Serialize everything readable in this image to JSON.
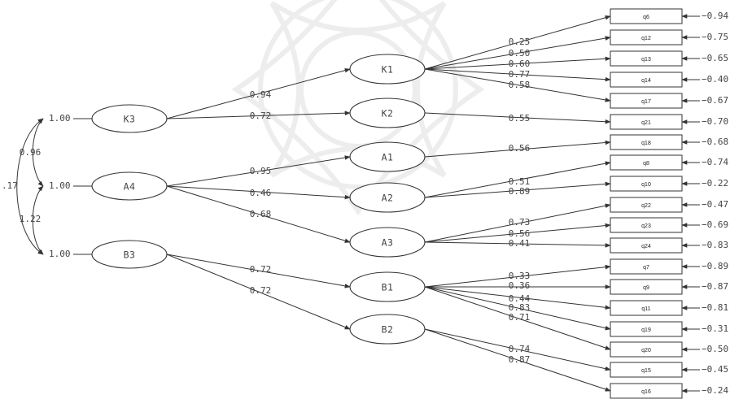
{
  "diagram": {
    "exogenous": [
      {
        "id": "K3",
        "label": "K3",
        "variance": "1.00"
      },
      {
        "id": "A4",
        "label": "A4",
        "variance": "1.00"
      },
      {
        "id": "B3",
        "label": "B3",
        "variance": "1.00"
      }
    ],
    "covariances": [
      {
        "from": "K3",
        "to": "A4",
        "value": "0.96"
      },
      {
        "from": "A4",
        "to": "B3",
        "value": "1.22"
      },
      {
        "from": "K3",
        "to": "B3",
        "value": ".17"
      }
    ],
    "latents": [
      {
        "id": "K1",
        "label": "K1"
      },
      {
        "id": "K2",
        "label": "K2"
      },
      {
        "id": "A1",
        "label": "A1"
      },
      {
        "id": "A2",
        "label": "A2"
      },
      {
        "id": "A3",
        "label": "A3"
      },
      {
        "id": "B1",
        "label": "B1"
      },
      {
        "id": "B2",
        "label": "B2"
      }
    ],
    "paths": [
      {
        "from": "K3",
        "to": "K1",
        "value": "0.94"
      },
      {
        "from": "K3",
        "to": "K2",
        "value": "0.72"
      },
      {
        "from": "A4",
        "to": "A1",
        "value": "0.95"
      },
      {
        "from": "A4",
        "to": "A2",
        "value": "0.46"
      },
      {
        "from": "A4",
        "to": "A3",
        "value": "0.68"
      },
      {
        "from": "B3",
        "to": "B1",
        "value": "0.72"
      },
      {
        "from": "B3",
        "to": "B2",
        "value": "0.72"
      }
    ],
    "indicators": [
      {
        "id": "q6",
        "label": "q6",
        "error": "0.94"
      },
      {
        "id": "q12",
        "label": "q12",
        "error": "0.75"
      },
      {
        "id": "q13",
        "label": "q13",
        "error": "0.65"
      },
      {
        "id": "q14",
        "label": "q14",
        "error": "0.40"
      },
      {
        "id": "q17",
        "label": "q17",
        "error": "0.67"
      },
      {
        "id": "q21",
        "label": "q21",
        "error": "0.70"
      },
      {
        "id": "q18",
        "label": "q18",
        "error": "0.68"
      },
      {
        "id": "q8",
        "label": "q8",
        "error": "0.74"
      },
      {
        "id": "q10",
        "label": "q10",
        "error": "0.22"
      },
      {
        "id": "q22",
        "label": "q22",
        "error": "0.47"
      },
      {
        "id": "q23",
        "label": "q23",
        "error": "0.69"
      },
      {
        "id": "q24",
        "label": "q24",
        "error": "0.83"
      },
      {
        "id": "q7",
        "label": "q7",
        "error": "0.89"
      },
      {
        "id": "q9",
        "label": "q9",
        "error": "0.87"
      },
      {
        "id": "q11",
        "label": "q11",
        "error": "0.81"
      },
      {
        "id": "q19",
        "label": "q19",
        "error": "0.31"
      },
      {
        "id": "q20",
        "label": "q20",
        "error": "0.50"
      },
      {
        "id": "q15",
        "label": "q15",
        "error": "0.45"
      },
      {
        "id": "q16",
        "label": "q16",
        "error": "0.24"
      }
    ],
    "loadings": [
      {
        "from": "K1",
        "to": "q6",
        "value": "0.25"
      },
      {
        "from": "K1",
        "to": "q12",
        "value": "0.50"
      },
      {
        "from": "K1",
        "to": "q13",
        "value": "0.60"
      },
      {
        "from": "K1",
        "to": "q14",
        "value": "0.77"
      },
      {
        "from": "K1",
        "to": "q17",
        "value": "0.58"
      },
      {
        "from": "K2",
        "to": "q21",
        "value": "0.55"
      },
      {
        "from": "A1",
        "to": "q18",
        "value": "0.56"
      },
      {
        "from": "A2",
        "to": "q8",
        "value": "0.51"
      },
      {
        "from": "A2",
        "to": "q10",
        "value": "0.89"
      },
      {
        "from": "A3",
        "to": "q22",
        "value": "0.73"
      },
      {
        "from": "A3",
        "to": "q23",
        "value": "0.56"
      },
      {
        "from": "A3",
        "to": "q24",
        "value": "0.41"
      },
      {
        "from": "B1",
        "to": "q7",
        "value": "0.33"
      },
      {
        "from": "B1",
        "to": "q9",
        "value": "0.36"
      },
      {
        "from": "B1",
        "to": "q11",
        "value": "0.44"
      },
      {
        "from": "B1",
        "to": "q19",
        "value": "0.83"
      },
      {
        "from": "B1",
        "to": "q20",
        "value": "0.71"
      },
      {
        "from": "B2",
        "to": "q15",
        "value": "0.74"
      },
      {
        "from": "B2",
        "to": "q16",
        "value": "0.87"
      }
    ]
  },
  "colors": {
    "line": "#333333",
    "text": "#444444",
    "watermark": "#ededed"
  }
}
